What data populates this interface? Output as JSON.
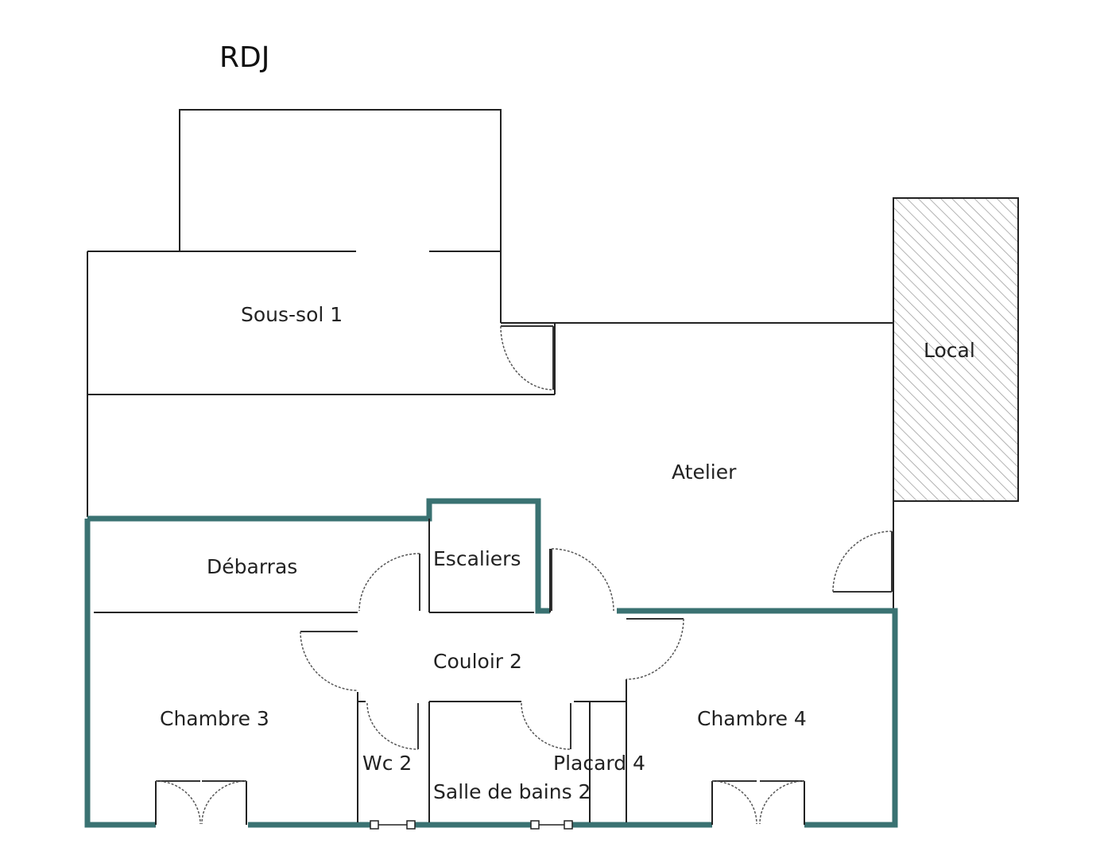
{
  "plan": {
    "title": "RDJ",
    "colors": {
      "wall": "#222222",
      "outline": "#3a7272",
      "hatch": "#9a9a9a"
    },
    "rooms": {
      "sous_sol": "Sous-sol 1",
      "atelier": "Atelier",
      "local": "Local",
      "debarras": "Débarras",
      "escaliers": "Escaliers",
      "couloir": "Couloir 2",
      "chambre3": "Chambre 3",
      "chambre4": "Chambre 4",
      "wc": "Wc 2",
      "placard": "Placard 4",
      "sdb": "Salle de bains 2"
    }
  }
}
